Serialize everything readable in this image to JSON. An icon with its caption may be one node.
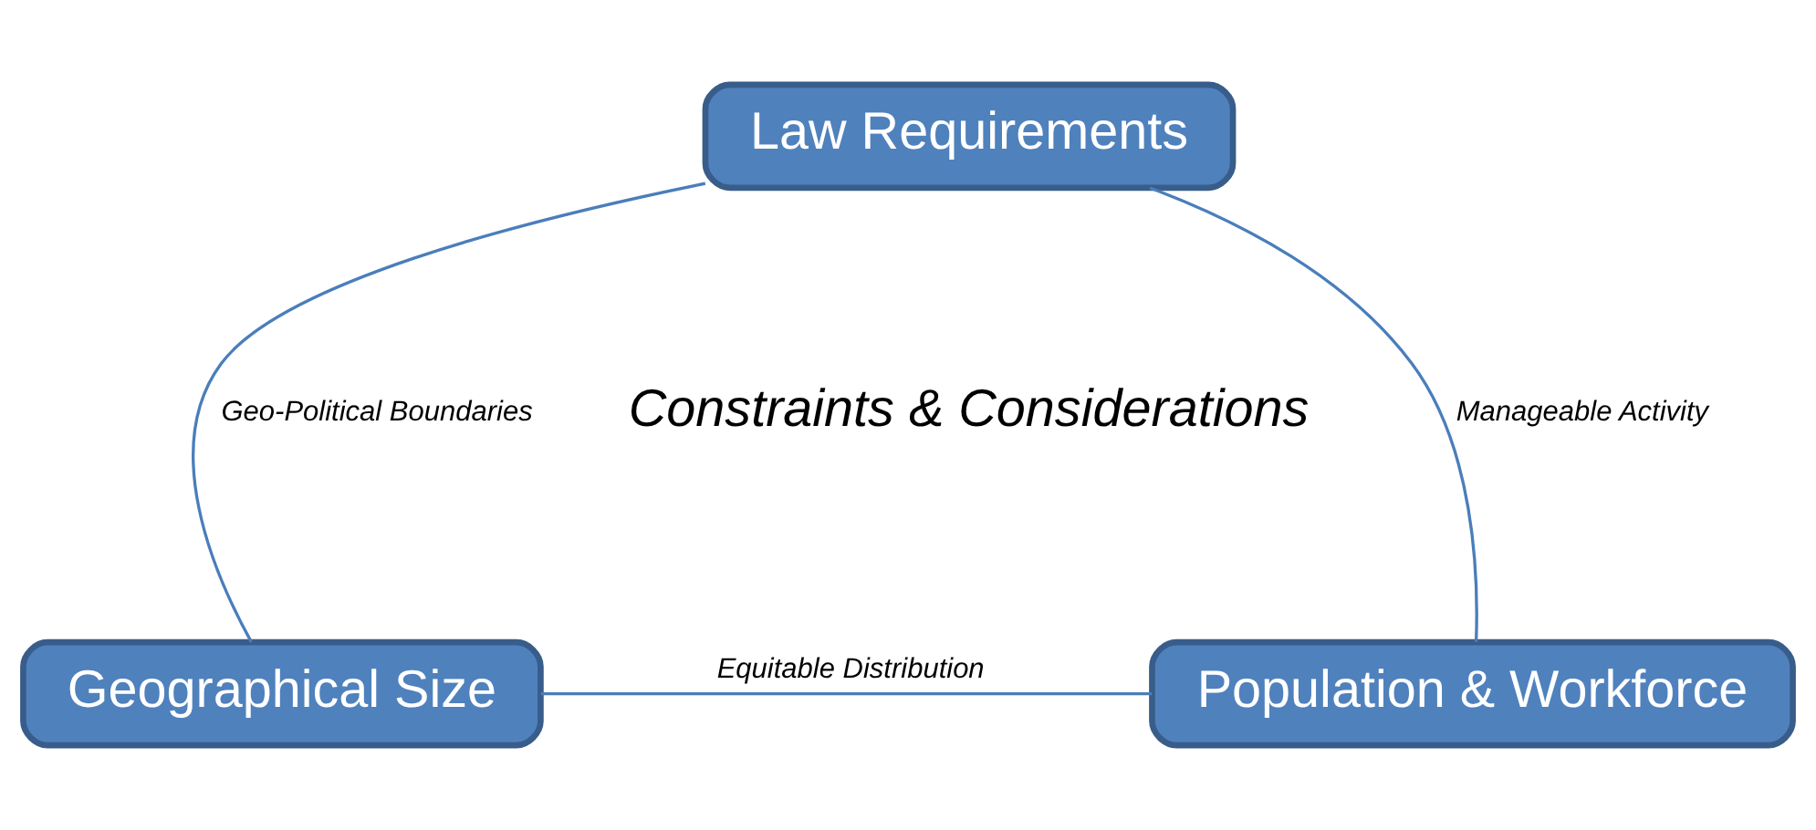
{
  "diagram": {
    "nodes": [
      {
        "text": [
          "Law Requirements"
        ]
      },
      {
        "text": [
          "Population & Workforce"
        ]
      },
      {
        "text": [
          "Geographical Size"
        ]
      }
    ],
    "edges": [
      {
        "from": 1,
        "to": 0,
        "arrow": "none",
        "label": "Manageable Activity"
      },
      {
        "from": 0,
        "to": 2,
        "arrow": "none",
        "label": "Geo-Political Boundaries"
      },
      {
        "from": 1,
        "to": 2,
        "arrow": "none",
        "label": "Equitable Distribution"
      }
    ],
    "labels": [
      "Constraints & Considerations"
    ]
  }
}
